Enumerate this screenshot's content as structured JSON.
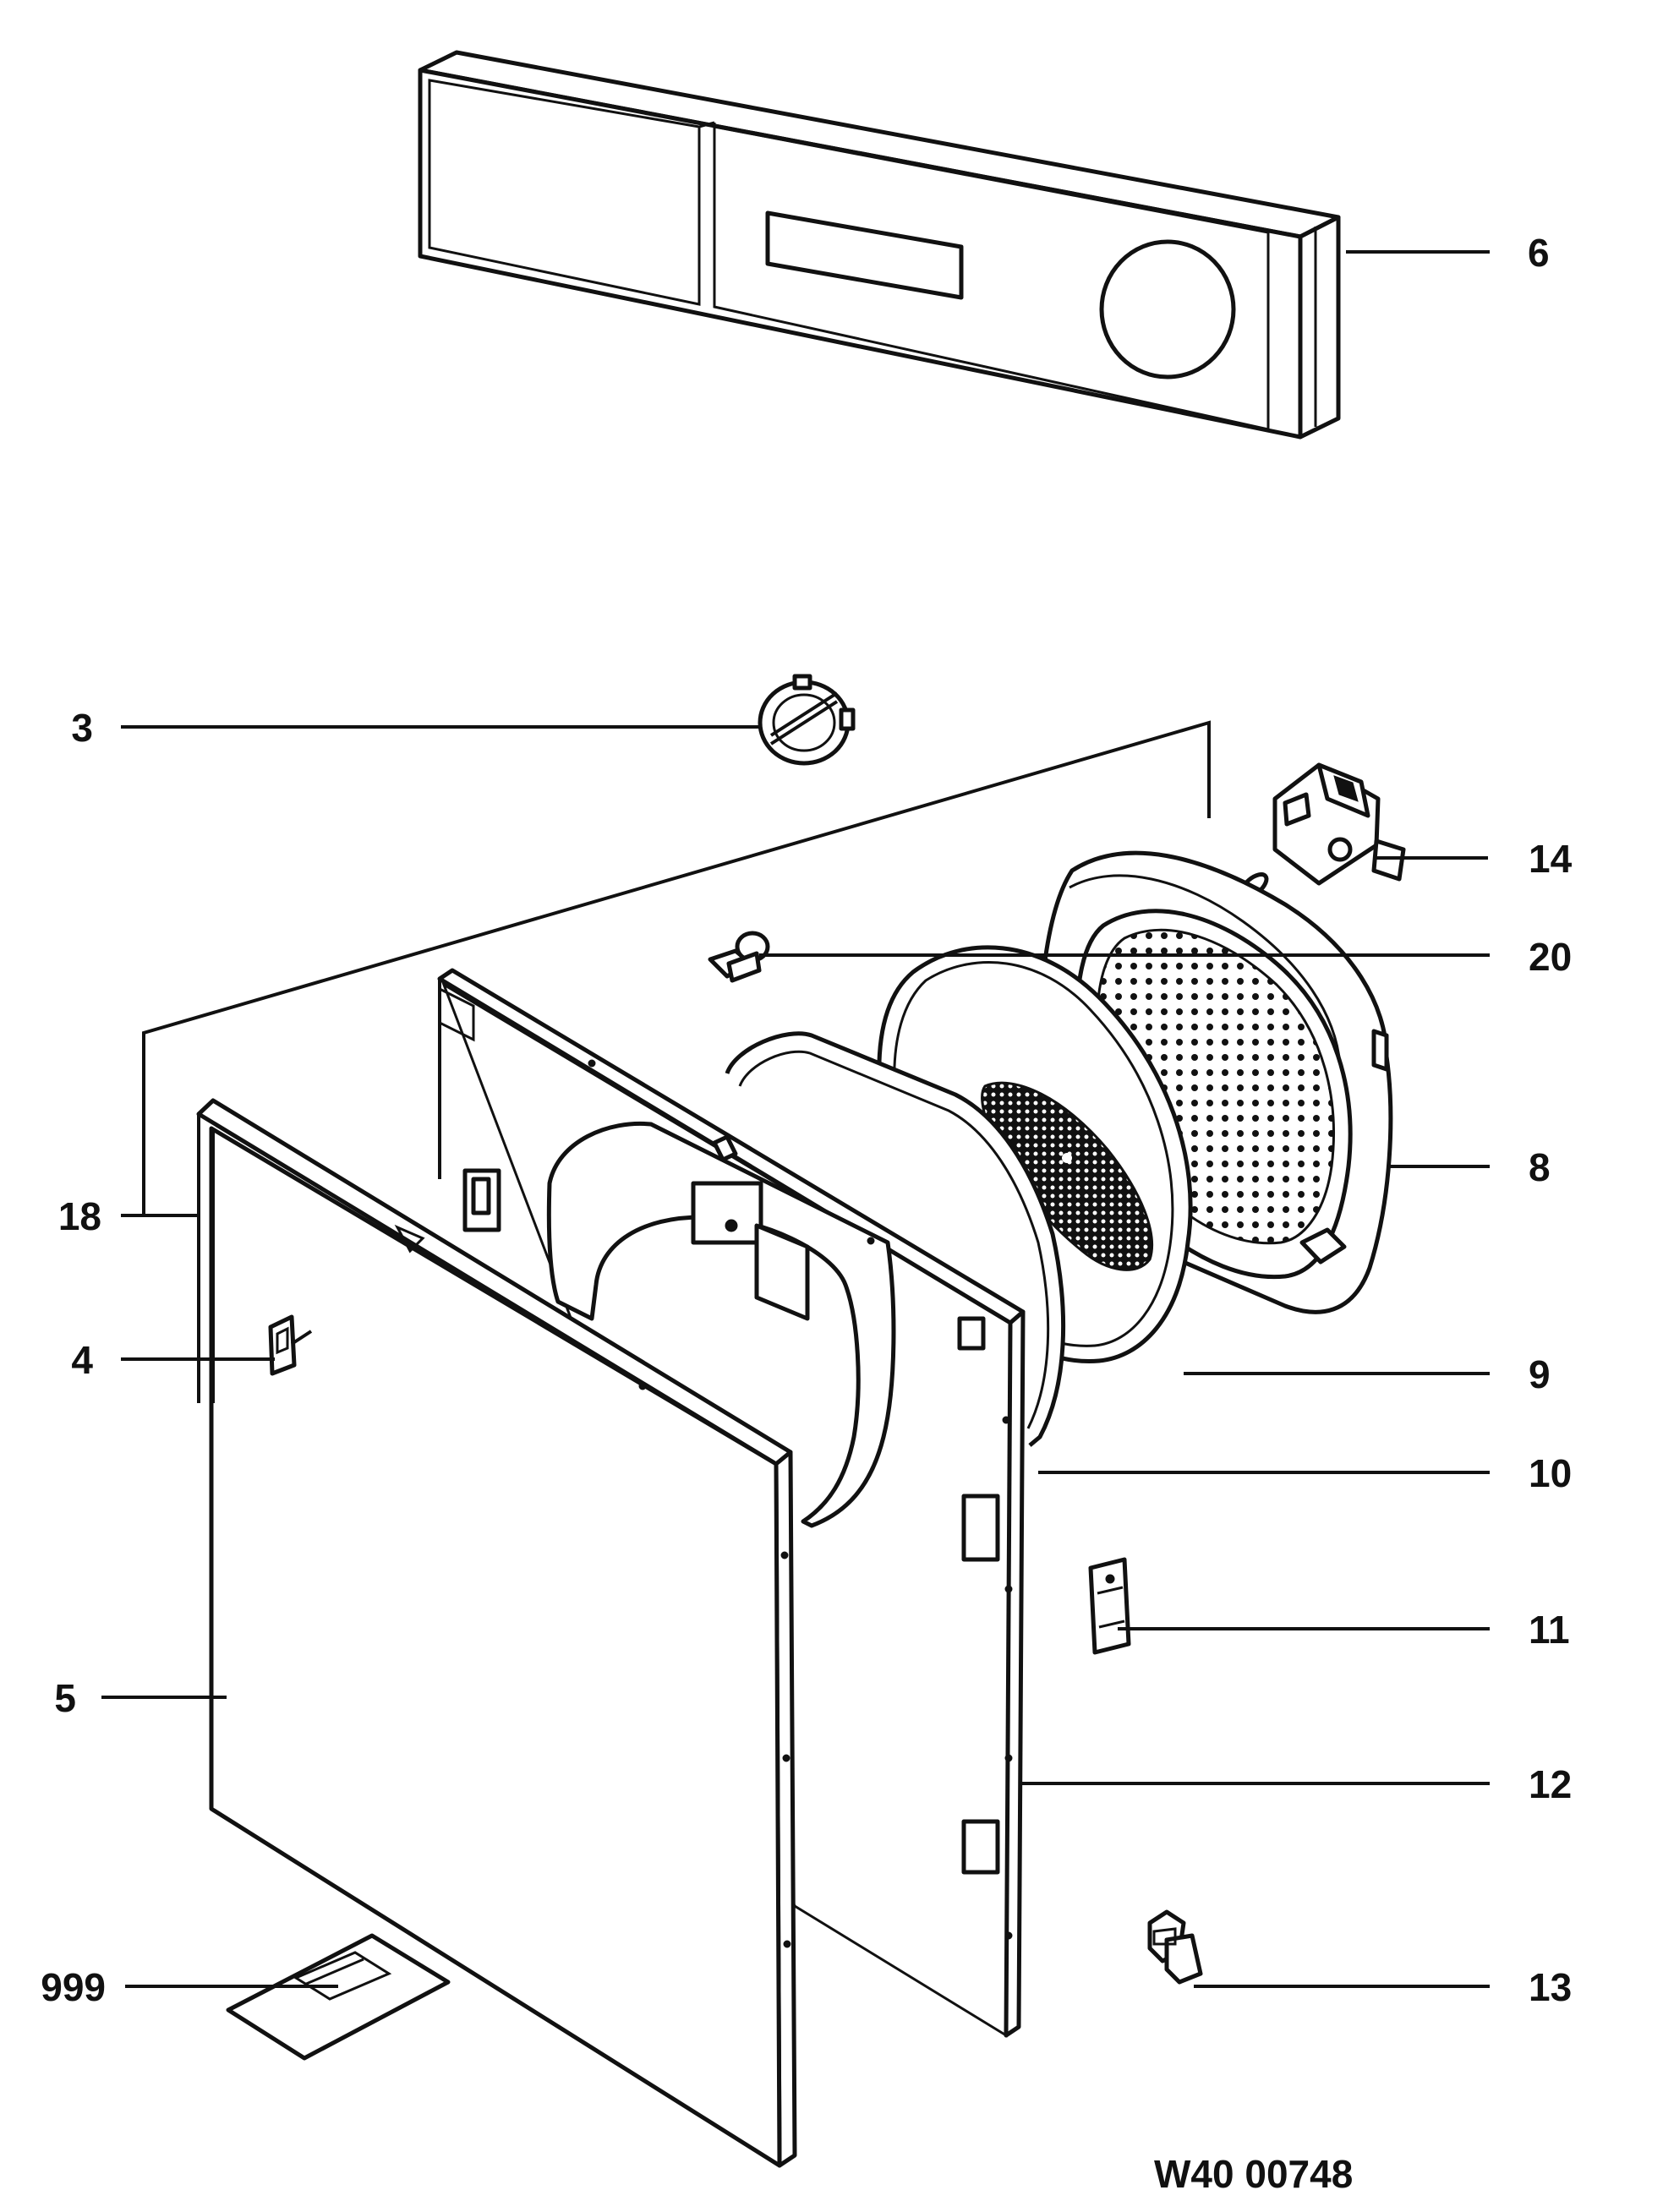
{
  "diagram": {
    "drawing_code": "W40 00748",
    "callouts": [
      {
        "id": "6",
        "label": "6"
      },
      {
        "id": "3",
        "label": "3"
      },
      {
        "id": "14",
        "label": "14"
      },
      {
        "id": "20",
        "label": "20"
      },
      {
        "id": "8",
        "label": "8"
      },
      {
        "id": "18",
        "label": "18"
      },
      {
        "id": "4",
        "label": "4"
      },
      {
        "id": "9",
        "label": "9"
      },
      {
        "id": "10",
        "label": "10"
      },
      {
        "id": "11",
        "label": "11"
      },
      {
        "id": "5",
        "label": "5"
      },
      {
        "id": "12",
        "label": "12"
      },
      {
        "id": "999",
        "label": "999"
      },
      {
        "id": "13",
        "label": "13"
      }
    ]
  }
}
